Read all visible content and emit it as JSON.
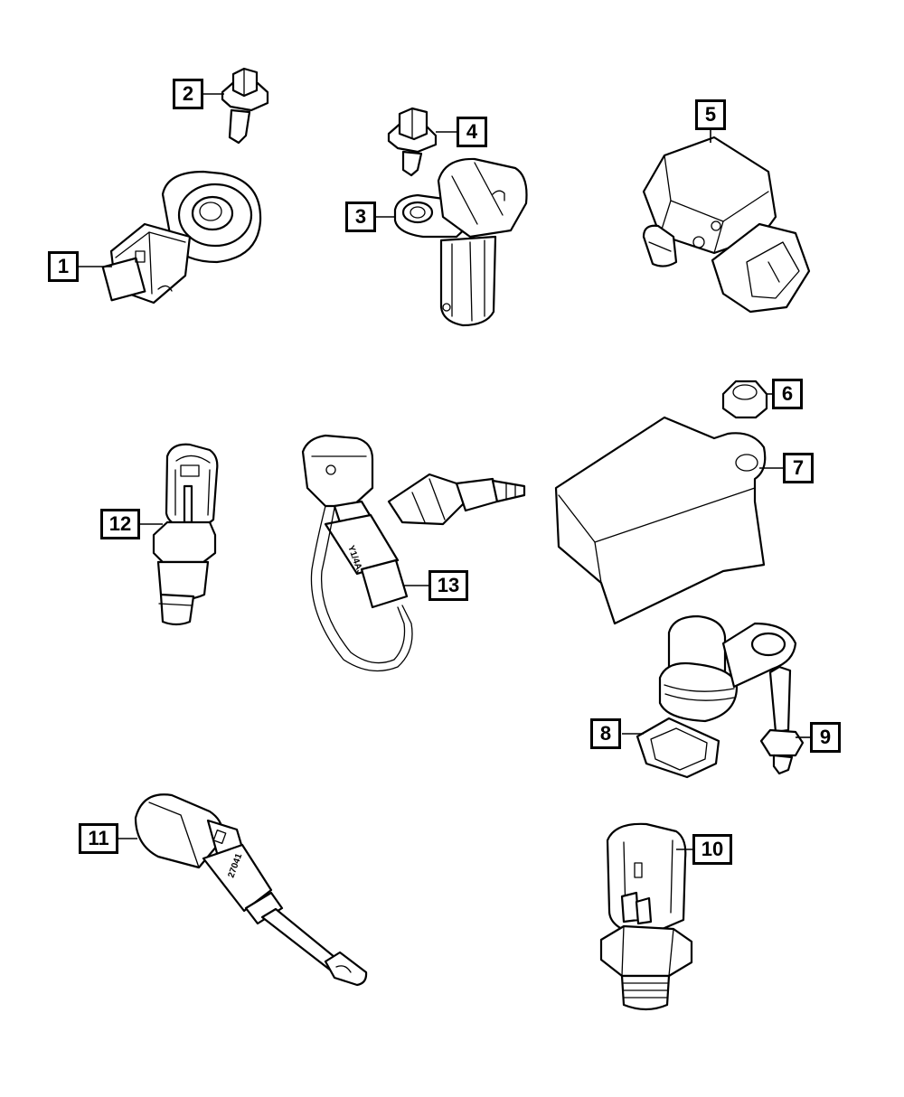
{
  "diagram": {
    "callouts": [
      {
        "number": "1",
        "part": "knock-sensor"
      },
      {
        "number": "2",
        "part": "knock-sensor-bolt"
      },
      {
        "number": "3",
        "part": "crankshaft-position-sensor"
      },
      {
        "number": "4",
        "part": "sensor-bolt"
      },
      {
        "number": "5",
        "part": "map-sensor"
      },
      {
        "number": "6",
        "part": "nut"
      },
      {
        "number": "7",
        "part": "sensor-module-cover"
      },
      {
        "number": "8",
        "part": "camshaft-position-sensor"
      },
      {
        "number": "9",
        "part": "sensor-screw"
      },
      {
        "number": "10",
        "part": "oil-pressure-sensor"
      },
      {
        "number": "11",
        "part": "temperature-sensor-probe"
      },
      {
        "number": "12",
        "part": "coolant-temperature-sensor"
      },
      {
        "number": "13",
        "part": "sensor-with-wiring-harness"
      }
    ],
    "embossed_text": {
      "harness_connector": "Y1/4AJ",
      "probe_housing": "27041"
    }
  }
}
